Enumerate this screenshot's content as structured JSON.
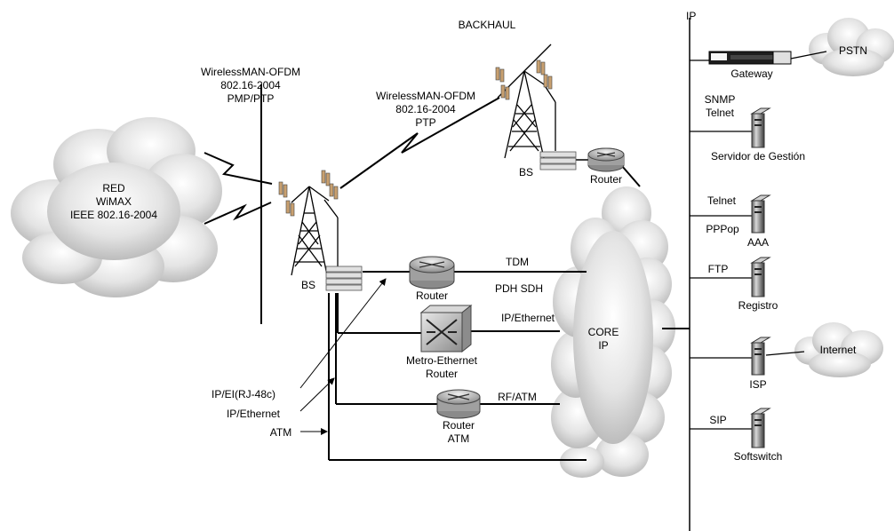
{
  "title": "BACKHAUL",
  "ip_bus_label": "IP",
  "clouds": {
    "wimax": [
      "RED",
      "WiMAX",
      "IEEE 802.16-2004"
    ],
    "core": [
      "CORE",
      "IP"
    ],
    "pstn": "PSTN",
    "internet": "Internet"
  },
  "links": {
    "pmp": [
      "WirelessMAN-OFDM",
      "802.16-2004",
      "PMP/PTP"
    ],
    "ptp": [
      "WirelessMAN-OFDM",
      "802.16-2004",
      "PTP"
    ],
    "tdm": "TDM",
    "pdh_sdh": "PDH SDH",
    "ip_ethernet": "IP/Ethernet",
    "rf_atm": "RF/ATM"
  },
  "devices": {
    "bs_left": "BS",
    "bs_right": "BS",
    "router_backhaul": "Router",
    "router_core": "Router",
    "metro_ethernet": [
      "Metro-Ethernet",
      "Router"
    ],
    "router_atm": [
      "Router",
      "ATM"
    ]
  },
  "interfaces": [
    "IP/EI(RJ-48c)",
    "IP/Ethernet",
    "ATM"
  ],
  "servers": {
    "gateway": "Gateway",
    "management": {
      "protocols": [
        "SNMP",
        "Telnet"
      ],
      "name": "Servidor de Gestión"
    },
    "aaa": {
      "protocols": [
        "Telnet",
        "PPPop"
      ],
      "name": "AAA"
    },
    "registro": {
      "protocols": [
        "FTP"
      ],
      "name": "Registro"
    },
    "isp": {
      "name": "ISP"
    },
    "softswitch": {
      "protocols": [
        "SIP"
      ],
      "name": "Softswitch"
    }
  }
}
